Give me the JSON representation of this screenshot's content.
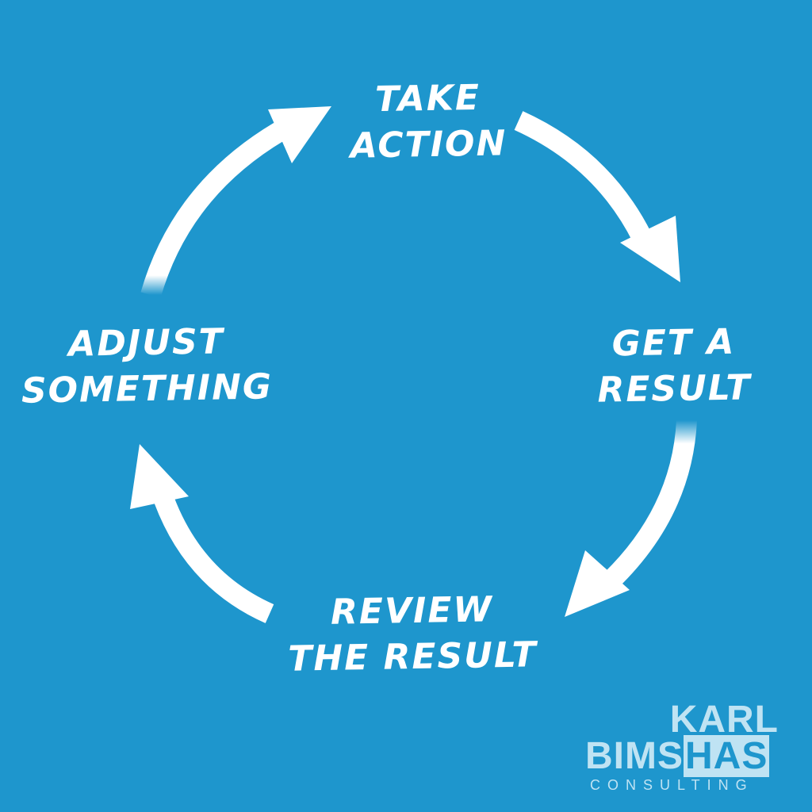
{
  "colors": {
    "background": "#1e96cd",
    "arrow": "#ffffff",
    "logo": "#bfe3f3"
  },
  "steps": [
    {
      "line1": "Take",
      "line2": "action"
    },
    {
      "line1": "Get a",
      "line2": "result"
    },
    {
      "line1": "Review",
      "line2": "the result"
    },
    {
      "line1": "Adjust",
      "line2": "Something"
    }
  ],
  "logo": {
    "line1": "KARL",
    "line2_part1": "BIMS",
    "line2_part2": "HAS",
    "line3": "CONSULTING"
  }
}
